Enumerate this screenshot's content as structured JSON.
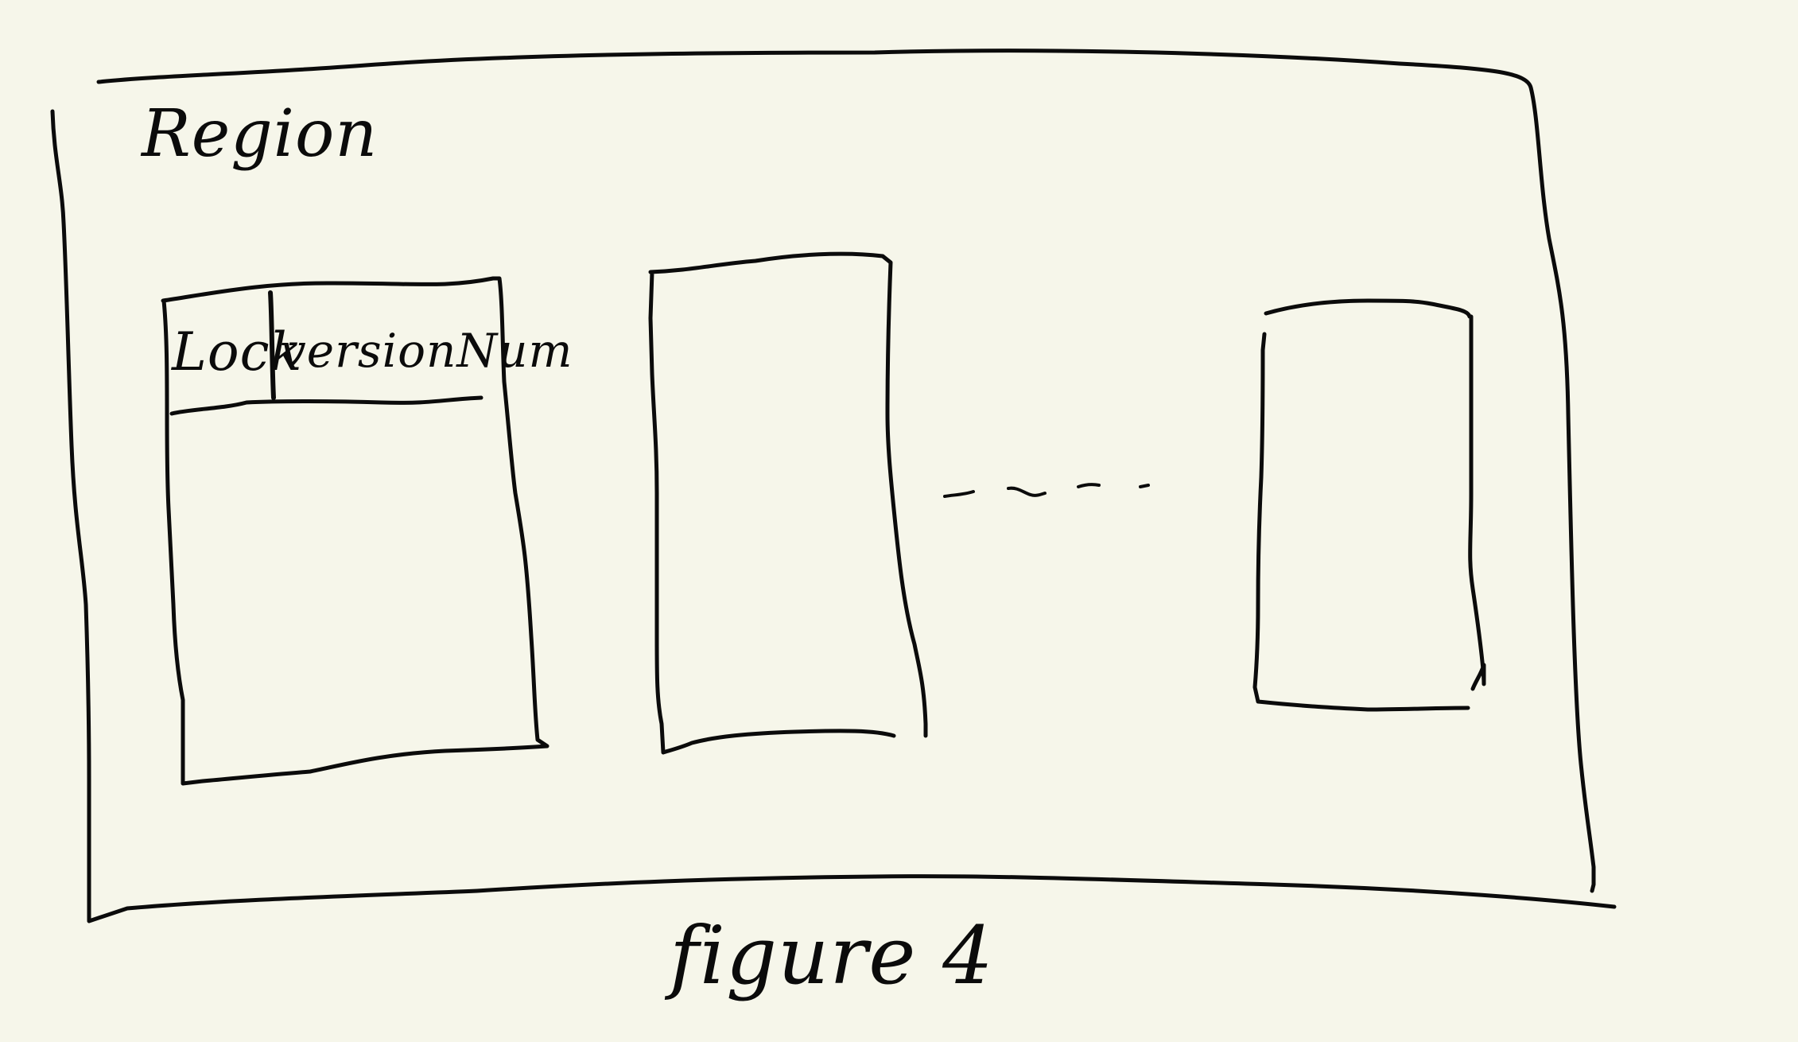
{
  "diagram": {
    "region_label": "Region",
    "caption": "figure 4",
    "block_1": {
      "fields": [
        "Lock",
        "versionNum"
      ]
    },
    "ellipsis": "- - - -",
    "colors": {
      "background": "#f6f6ea",
      "ink": "#0b0b0b"
    }
  }
}
